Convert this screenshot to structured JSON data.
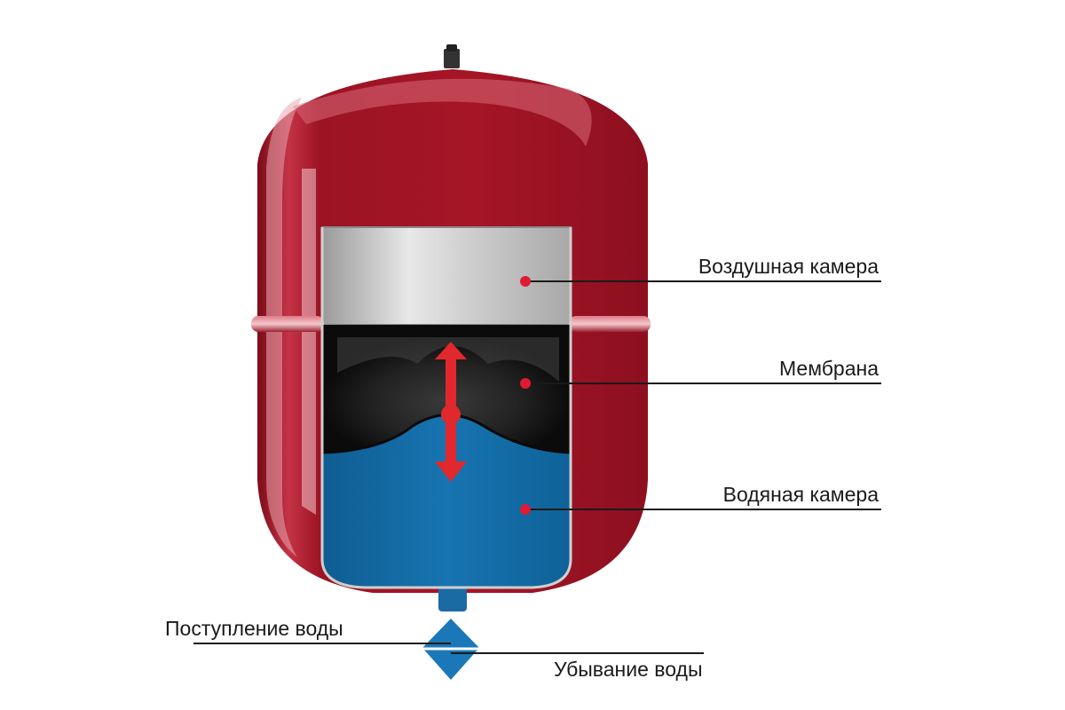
{
  "labels": {
    "air_chamber": "Воздушная камера",
    "membrane": "Мембрана",
    "water_chamber": "Водяная камера",
    "water_inflow": "Поступление воды",
    "water_outflow": "Убывание воды"
  },
  "colors": {
    "tank_red": "#a51526",
    "air_chamber": "#c4c4c4",
    "membrane": "#161616",
    "water": "#1570aa",
    "arrow": "#e0282d",
    "valve": "#1a78b8",
    "leader_line": "#1a1a1a",
    "dot": "#e01a34"
  },
  "icons": {
    "movement_arrow": "double-arrow-vertical",
    "valve": "diamond-valve"
  }
}
